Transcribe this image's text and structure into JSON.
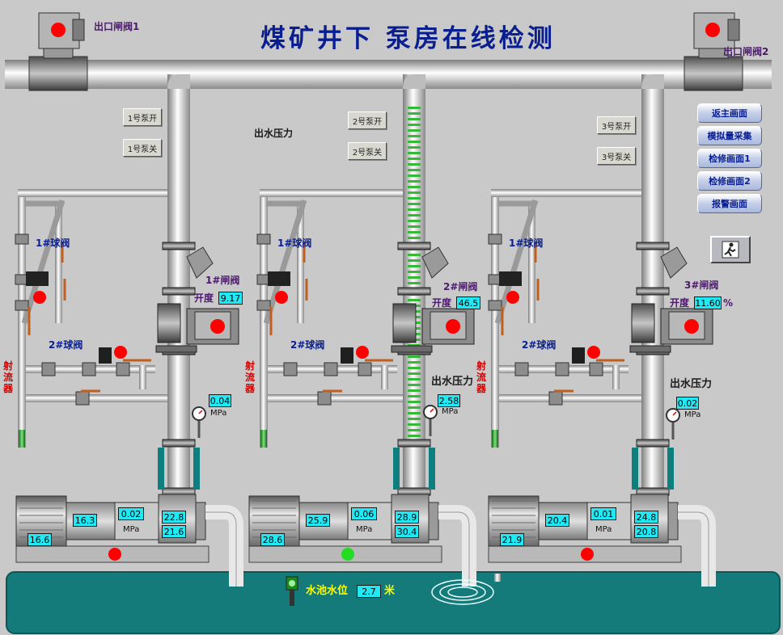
{
  "title": "煤矿井下 泵房在线检测",
  "outlet_valves": [
    {
      "label": "出口闸阀1",
      "status_color": "#ff0000"
    },
    {
      "label": "出口闸阀2",
      "status_color": "#ff0000"
    }
  ],
  "outlet_pressure_label": "出水压力",
  "pressure_unit": "MPa",
  "ball_valve_1_label": "1#球阀",
  "ball_valve_2_label": "2#球阀",
  "ejector_label": "射流器",
  "opening_label": "开度",
  "pumps": [
    {
      "start_label": "1号泵开",
      "stop_label": "1号泵关",
      "gate_valve_label": "1#闸阀",
      "opening_value": "9.17",
      "outlet_pressure": "0.04",
      "motor_values": [
        "16.3",
        "16.6"
      ],
      "pump_pressure": "0.02",
      "bearing_values": [
        "22.8",
        "21.6"
      ],
      "run_status_color": "#ff0000"
    },
    {
      "start_label": "2号泵开",
      "stop_label": "2号泵关",
      "gate_valve_label": "2#闸阀",
      "opening_value": "46.5",
      "outlet_pressure": "2.58",
      "motor_values": [
        "25.9",
        "28.6"
      ],
      "pump_pressure": "0.06",
      "bearing_values": [
        "28.9",
        "30.4"
      ],
      "run_status_color": "#22dd22"
    },
    {
      "start_label": "3号泵开",
      "stop_label": "3号泵关",
      "gate_valve_label": "3#闸阀",
      "opening_value": "11.60",
      "opening_unit": "%",
      "outlet_pressure": "0.02",
      "motor_values": [
        "20.4",
        "21.9"
      ],
      "pump_pressure": "0.01",
      "bearing_values": [
        "24.8",
        "20.8"
      ],
      "run_status_color": "#ff0000"
    }
  ],
  "nav_buttons": [
    "返主画面",
    "模拟量采集",
    "检修画面1",
    "检修画面2",
    "报警画面"
  ],
  "pool": {
    "label": "水池水位",
    "value": "2.7",
    "unit": "米",
    "color": "#147a7a"
  },
  "colors": {
    "background": "#c9c9c9",
    "pipe_light": "#f2f2f2",
    "pipe_dark": "#8a8a8a",
    "value_box": "#22e8f4",
    "title": "#0a1f8f"
  },
  "icons": [
    "gate-valve-icon",
    "ball-valve-icon",
    "actuator-icon",
    "pressure-gauge-icon",
    "motor-icon",
    "pump-icon",
    "level-sensor-icon",
    "run-person-icon"
  ]
}
